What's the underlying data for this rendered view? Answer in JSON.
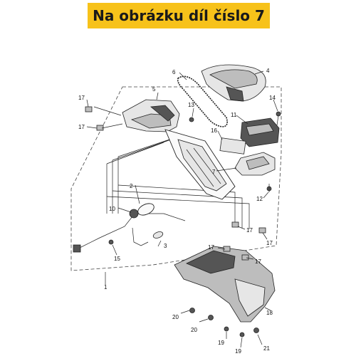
{
  "banner": {
    "title": "Na obrázku díl číslo 7",
    "color": "#f7c21a"
  },
  "callouts": [
    "1",
    "2",
    "3",
    "4",
    "5",
    "6",
    "7",
    "10",
    "11",
    "12",
    "13",
    "14",
    "15",
    "16",
    "17",
    "18",
    "19",
    "20",
    "21"
  ]
}
